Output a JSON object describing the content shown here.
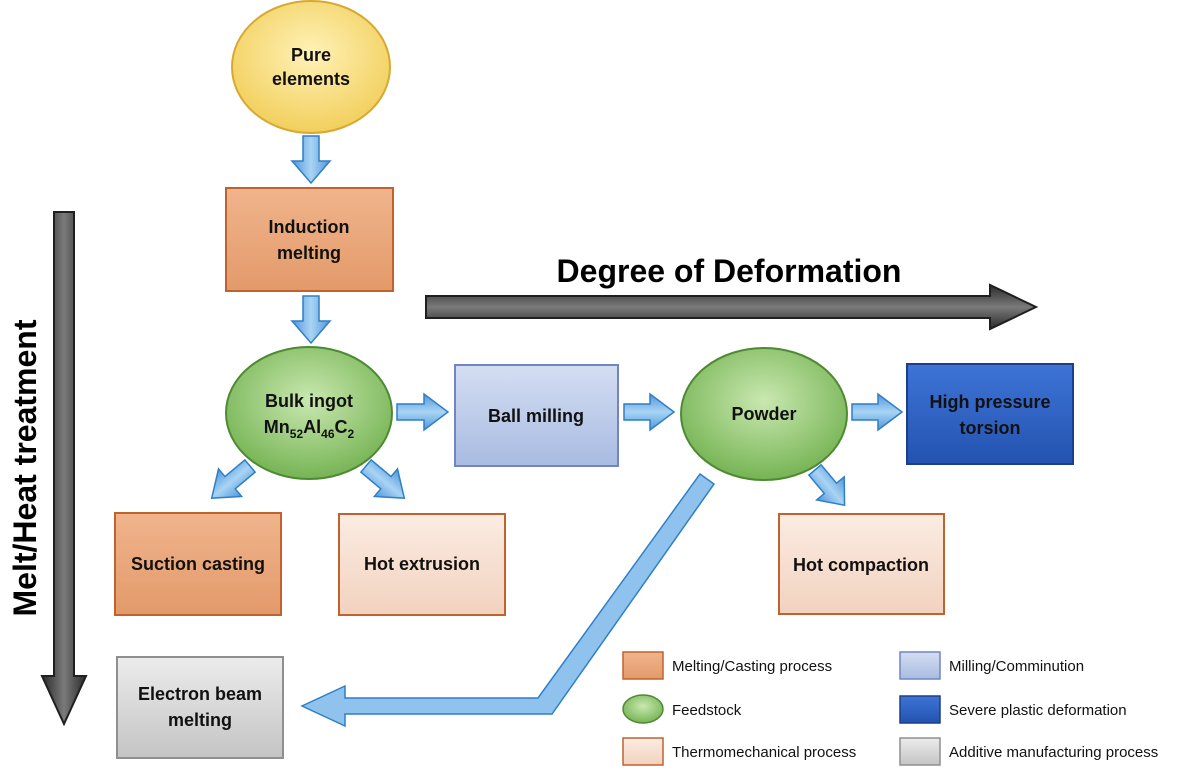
{
  "nodes": {
    "pure_elements": {
      "line1": "Pure",
      "line2": "elements"
    },
    "induction_melting": {
      "line1": "Induction",
      "line2": "melting"
    },
    "bulk_ingot": {
      "line1": "Bulk ingot",
      "formula": {
        "el1": "Mn",
        "sub1": "52",
        "el2": "Al",
        "sub2": "46",
        "el3": "C",
        "sub3": "2"
      }
    },
    "ball_milling": {
      "label": "Ball milling"
    },
    "powder": {
      "label": "Powder"
    },
    "high_pressure_torsion": {
      "line1": "High pressure",
      "line2": "torsion"
    },
    "suction_casting": {
      "label": "Suction casting"
    },
    "hot_extrusion": {
      "label": "Hot extrusion"
    },
    "hot_compaction": {
      "label": "Hot compaction"
    },
    "electron_beam_melting": {
      "line1": "Electron beam",
      "line2": "melting"
    }
  },
  "axes": {
    "horizontal": "Degree of Deformation",
    "vertical": "Melt/Heat treatment"
  },
  "legend": [
    {
      "label": "Melting/Casting process",
      "shape": "rect",
      "fill": "#e8a87c",
      "stroke": "#c0622e"
    },
    {
      "label": "Milling/Comminution",
      "shape": "rect",
      "fill": "#bcc9e6",
      "stroke": "#6f86c2"
    },
    {
      "label": "Feedstock",
      "shape": "ellipse",
      "fill": "#8fc870",
      "stroke": "#4f8a33"
    },
    {
      "label": "Severe plastic deformation",
      "shape": "rect",
      "fill": "#2e63c6",
      "stroke": "#1b3f8a"
    },
    {
      "label": "Thermomechanical process",
      "shape": "rect",
      "fill": "#f6dccd",
      "stroke": "#c0622e"
    },
    {
      "label": "Additive manufacturing process",
      "shape": "rect",
      "fill": "#d6d6d6",
      "stroke": "#8f8f8f"
    }
  ],
  "colors": {
    "melting": "#e8a87c",
    "feedstock": "#8fc870",
    "pure_elements": "#f7dc7a",
    "milling": "#bcc9e6",
    "spd": "#2e63c6",
    "thermomechanical": "#f6dccd",
    "additive": "#d6d6d6",
    "flow_arrow": "#6aaee6",
    "axis_arrow": "#4a4a4a"
  }
}
